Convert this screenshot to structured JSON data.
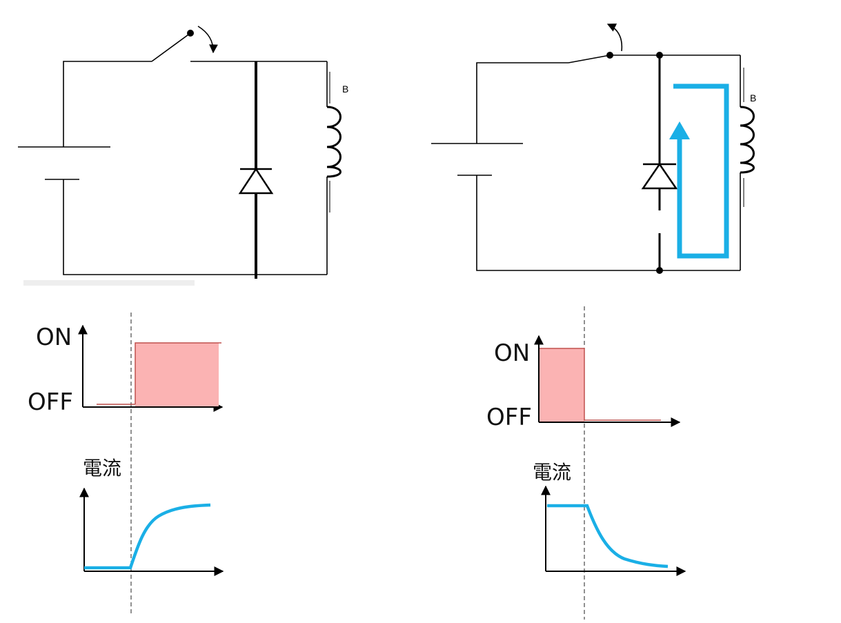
{
  "colors": {
    "current_line": "#1aafe6",
    "switch_fill": "#fbb3b3",
    "switch_edge": "#c0504d",
    "wire": "#000000"
  },
  "left_panel": {
    "circuit": {
      "coil_label": "B",
      "switch_state": "closing"
    },
    "switch_chart": {
      "on_label": "ON",
      "off_label": "OFF"
    },
    "current_chart": {
      "y_label": "電流"
    }
  },
  "right_panel": {
    "circuit": {
      "coil_label": "B",
      "switch_state": "opening",
      "freewheel_current_arrow": true
    },
    "switch_chart": {
      "on_label": "ON",
      "off_label": "OFF"
    },
    "current_chart": {
      "y_label": "電流"
    }
  }
}
